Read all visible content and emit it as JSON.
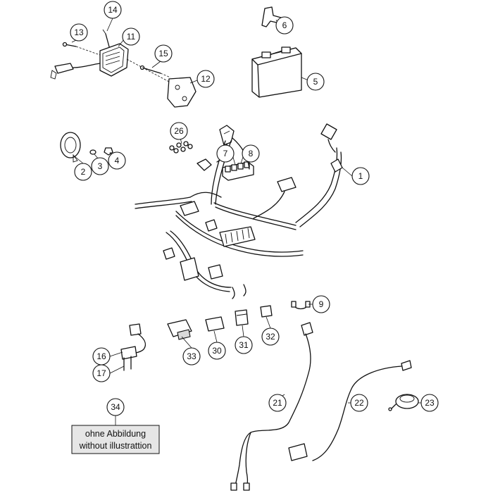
{
  "diagram": {
    "callouts": [
      {
        "id": "c1",
        "label": "1"
      },
      {
        "id": "c2",
        "label": "2"
      },
      {
        "id": "c3",
        "label": "3"
      },
      {
        "id": "c4",
        "label": "4"
      },
      {
        "id": "c5",
        "label": "5"
      },
      {
        "id": "c6",
        "label": "6"
      },
      {
        "id": "c7",
        "label": "7"
      },
      {
        "id": "c8",
        "label": "8"
      },
      {
        "id": "c9",
        "label": "9"
      },
      {
        "id": "c11",
        "label": "11"
      },
      {
        "id": "c12",
        "label": "12"
      },
      {
        "id": "c13",
        "label": "13"
      },
      {
        "id": "c14",
        "label": "14"
      },
      {
        "id": "c15",
        "label": "15"
      },
      {
        "id": "c16",
        "label": "16"
      },
      {
        "id": "c17",
        "label": "17"
      },
      {
        "id": "c21",
        "label": "21"
      },
      {
        "id": "c22",
        "label": "22"
      },
      {
        "id": "c23",
        "label": "23"
      },
      {
        "id": "c26",
        "label": "26"
      },
      {
        "id": "c30",
        "label": "30"
      },
      {
        "id": "c31",
        "label": "31"
      },
      {
        "id": "c32",
        "label": "32"
      },
      {
        "id": "c33",
        "label": "33"
      },
      {
        "id": "c34",
        "label": "34"
      }
    ],
    "note": {
      "line1": "ohne Abbildung",
      "line2": "without illustrattion"
    }
  }
}
